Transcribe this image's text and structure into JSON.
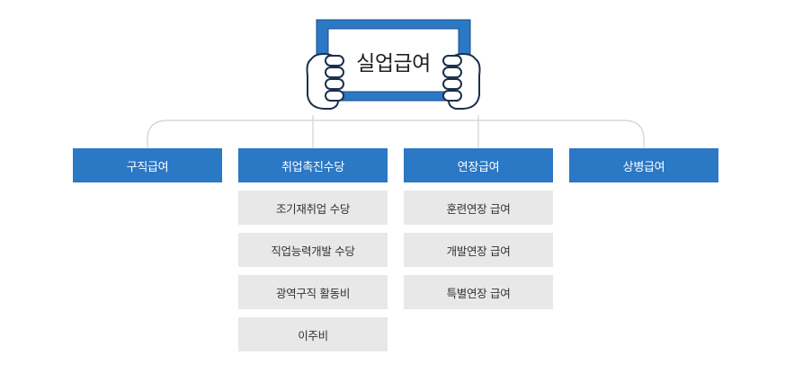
{
  "root": {
    "title": "실업급여"
  },
  "categories": [
    {
      "label": "구직급여",
      "items": []
    },
    {
      "label": "취업촉진수당",
      "items": [
        "조기재취업 수당",
        "직업능력개발 수당",
        "광역구직 활동비",
        "이주비"
      ]
    },
    {
      "label": "연장급여",
      "items": [
        "훈련연장 급여",
        "개발연장 급여",
        "특별연장 급여"
      ]
    },
    {
      "label": "상병급여",
      "items": []
    }
  ],
  "colors": {
    "primary_blue": "#2b78c5",
    "item_gray": "#e8e8e8",
    "connector_gray": "#d2d2d2"
  }
}
